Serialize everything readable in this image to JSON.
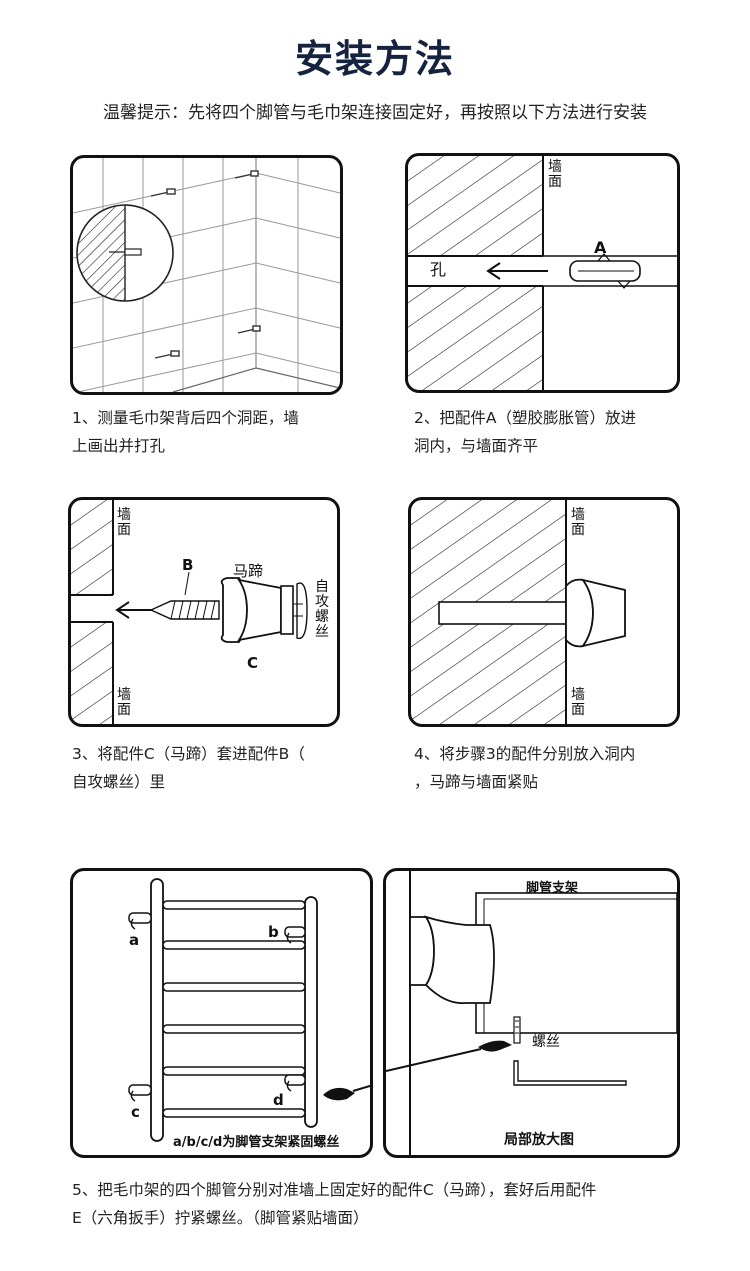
{
  "title": "安装方法",
  "tip": "温馨提示：先将四个脚管与毛巾架连接固定好，再按照以下方法进行安装",
  "steps": [
    {
      "line1": "1、测量毛巾架背后四个洞距，墙",
      "line2": "上画出并打孔"
    },
    {
      "line1": "2、把配件A（塑胶膨胀管）放进",
      "line2": "洞内，与墙面齐平"
    },
    {
      "line1": "3、将配件C（马蹄）套进配件B（",
      "line2": "自攻螺丝）里"
    },
    {
      "line1": "4、将步骤3的配件分别放入洞内",
      "line2": "，马蹄与墙面紧贴"
    },
    {
      "line1": "5、把毛巾架的四个脚管分别对准墙上固定好的配件C（马蹄），套好后用配件",
      "line2": "E（六角扳手）拧紧螺丝。（脚管紧贴墙面）"
    }
  ],
  "labels": {
    "wall": "墙面",
    "hole": "孔",
    "A": "A",
    "B": "B",
    "C": "C",
    "horseshoe": "马蹄",
    "screw": "自攻螺丝",
    "a": "a",
    "b": "b",
    "c": "c",
    "d": "d",
    "abcd_note": "a/b/c/d为脚管支架紧固螺丝",
    "foot_bracket": "脚管支架",
    "screw2": "螺丝",
    "enlarged": "局部放大图"
  },
  "colors": {
    "title": "#15233f",
    "line": "#111111",
    "grid": "#9a9a9a"
  }
}
